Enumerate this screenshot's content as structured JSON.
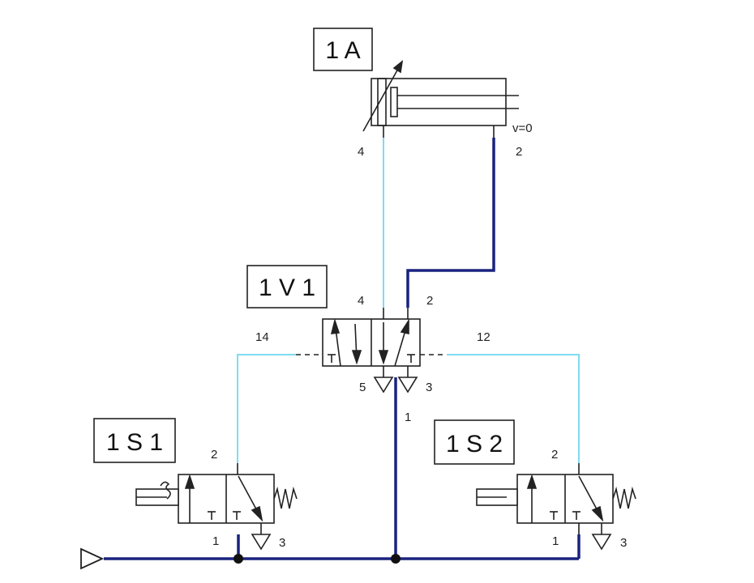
{
  "labels": {
    "cylinder_tag": "1 A",
    "valve_tag": "1 V 1",
    "s1_tag": "1 S 1",
    "s2_tag": "1 S 2"
  },
  "ports": {
    "cyl_4": "4",
    "cyl_2": "2",
    "cyl_velocity": "v=0",
    "v_4": "4",
    "v_2": "2",
    "v_14": "14",
    "v_12": "12",
    "v_5": "5",
    "v_3": "3",
    "v_1": "1",
    "s1_2": "2",
    "s1_1": "1",
    "s1_3": "3",
    "s2_2": "2",
    "s2_1": "1",
    "s2_3": "3"
  },
  "colors": {
    "pressure_line": "#1a237e",
    "signal_line": "#7fdcf0",
    "symbol_stroke": "#222222"
  }
}
